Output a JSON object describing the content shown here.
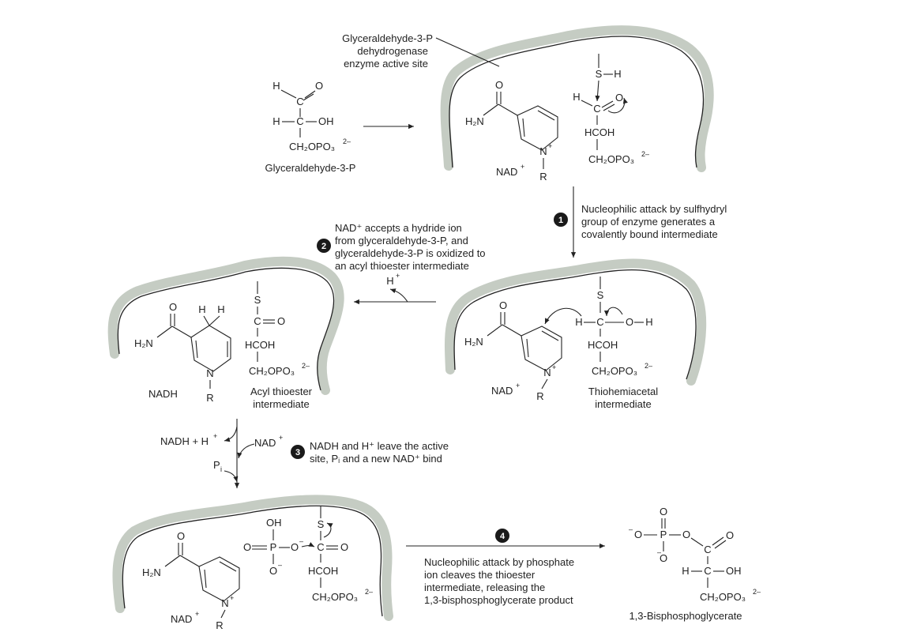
{
  "labels": {
    "enzyme_site": [
      "Glyceraldehyde-3-P",
      "dehydrogenase",
      "enzyme active site"
    ],
    "substrate": "Glyceraldehyde-3-P",
    "nad_plus": "NAD",
    "nadh": "NADH",
    "acyl_thioester": [
      "Acyl thioester",
      "intermediate"
    ],
    "thiohemiacetal": [
      "Thiohemiacetal",
      "intermediate"
    ],
    "product": "1,3-Bisphosphoglycerate",
    "nadh_h": "NADH + H",
    "nad_in": "NAD",
    "pi": "P",
    "h_plus": "H"
  },
  "steps": [
    {
      "number": "1",
      "text": [
        "Nucleophilic attack by sulfhydryl",
        "group of enzyme generates a",
        "covalently bound intermediate"
      ]
    },
    {
      "number": "2",
      "text": [
        "NAD⁺ accepts a hydride ion",
        "from glyceraldehyde-3-P, and",
        "glyceraldehyde-3-P is oxidized to",
        "an acyl thioester intermediate"
      ]
    },
    {
      "number": "3",
      "text": [
        "NADH and H⁺ leave the active",
        "site, Pᵢ and a new NAD⁺ bind"
      ]
    },
    {
      "number": "4",
      "text": [
        "Nucleophilic attack by phosphate",
        "ion cleaves the thioester",
        "intermediate, releasing the",
        "1,3-bisphosphoglycerate product"
      ]
    }
  ],
  "atoms": {
    "S": "S",
    "H": "H",
    "O": "O",
    "C": "C",
    "N": "N",
    "R": "R",
    "P": "P",
    "OH": "OH",
    "HCOH": "HCOH",
    "H2N": "H₂N",
    "CH2OPO3": "CH₂OPO₃",
    "charge_2minus": "2–",
    "plus": "+",
    "minus": "–",
    "sub_i": "i"
  }
}
